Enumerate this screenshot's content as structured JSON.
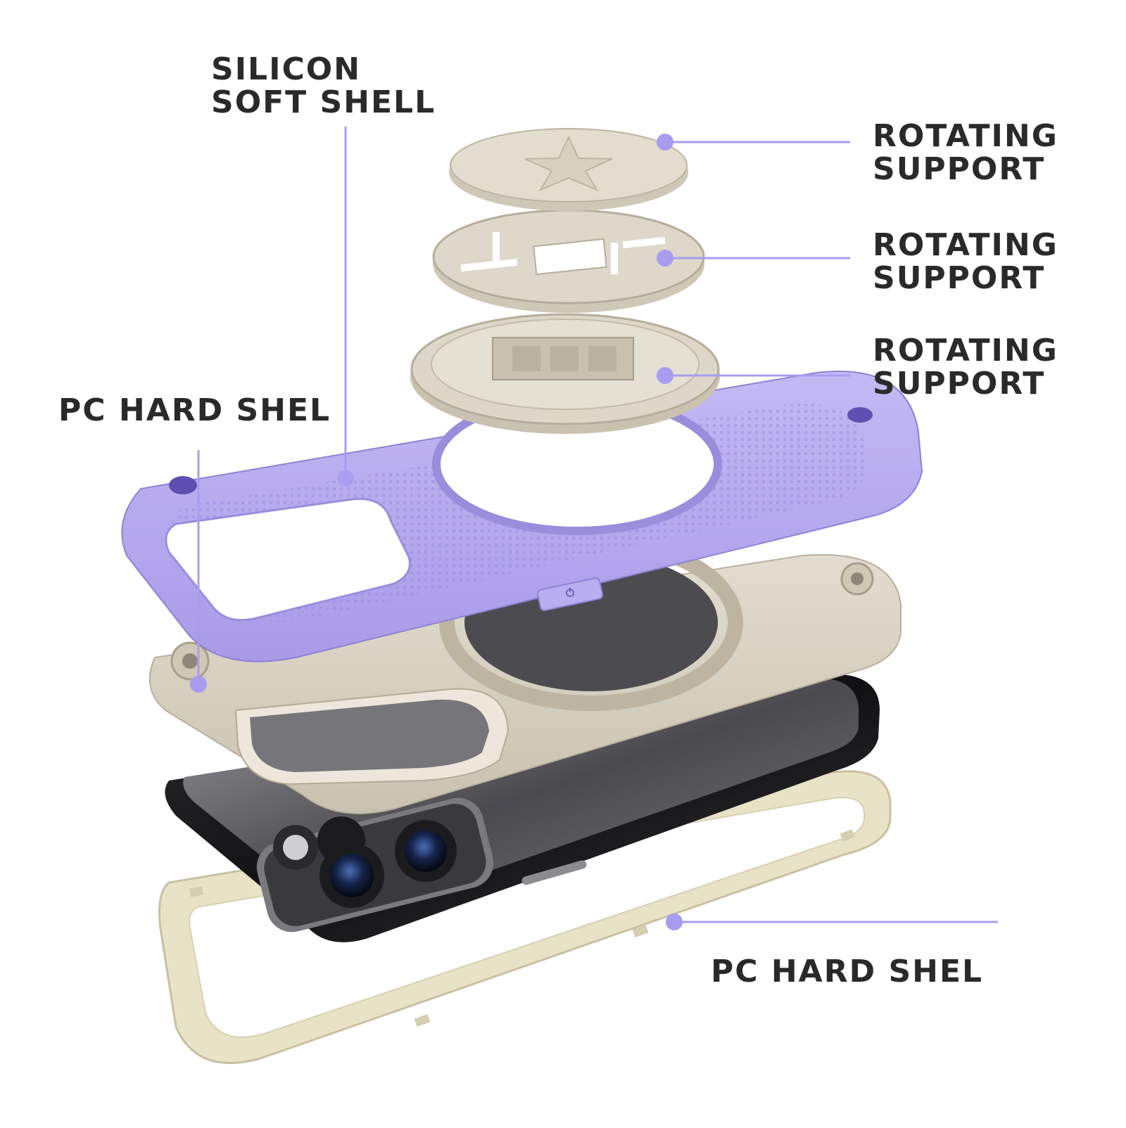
{
  "colors": {
    "accent": "#a99cf0",
    "lavender_shell": "#b3a8ec",
    "beige_part": "#d6d0c2",
    "cream_frame": "#e7e1c8",
    "phone_body": "#1a1a1c",
    "label_text": "#2a2a2a"
  },
  "labels": {
    "silicon_soft_shell": {
      "line1": "SILICON",
      "line2": "SOFT SHELL"
    },
    "rotating_support_1": {
      "line1": "ROTATING",
      "line2": "SUPPORT"
    },
    "rotating_support_2": {
      "line1": "ROTATING",
      "line2": "SUPPORT"
    },
    "rotating_support_3": {
      "line1": "ROTATING",
      "line2": "SUPPORT"
    },
    "pc_hard_shel_left": {
      "line1": "PC HARD SHEL"
    },
    "pc_hard_shel_bottom": {
      "line1": "PC HARD SHEL"
    }
  },
  "icons": {
    "power_button_mark": "power-icon"
  }
}
